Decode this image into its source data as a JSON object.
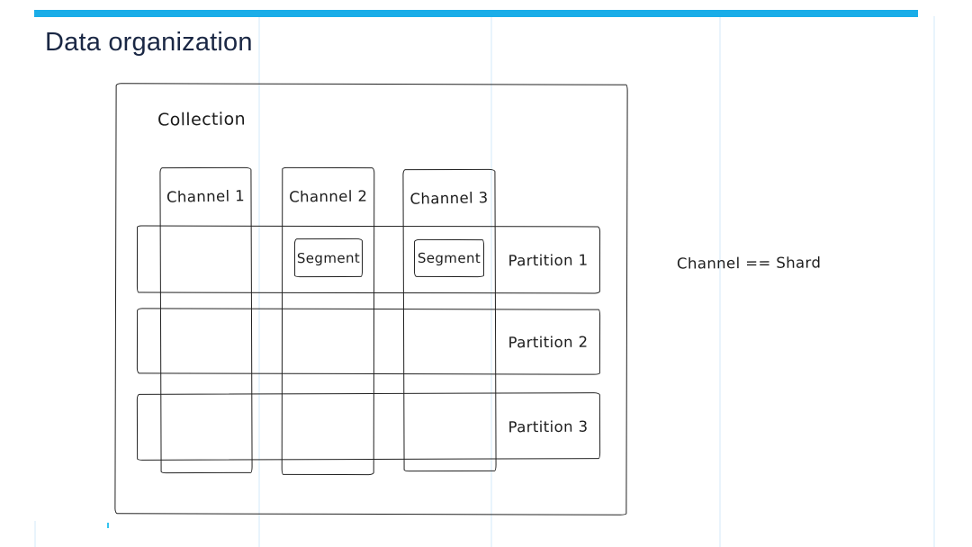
{
  "slide": {
    "title": "Data organization",
    "title_color": "#1a2744",
    "accent_bar_color": "#1aade8",
    "background_color": "#ffffff"
  },
  "diagram": {
    "stroke_color": "#222222",
    "collection": {
      "label": "Collection"
    },
    "channels": [
      {
        "label": "Channel 1"
      },
      {
        "label": "Channel 2"
      },
      {
        "label": "Channel 3"
      }
    ],
    "partitions": [
      {
        "label": "Partition 1"
      },
      {
        "label": "Partition 2"
      },
      {
        "label": "Partition 3"
      }
    ],
    "segments": [
      {
        "label": "Segment"
      },
      {
        "label": "Segment"
      }
    ],
    "note": "Channel == Shard"
  }
}
